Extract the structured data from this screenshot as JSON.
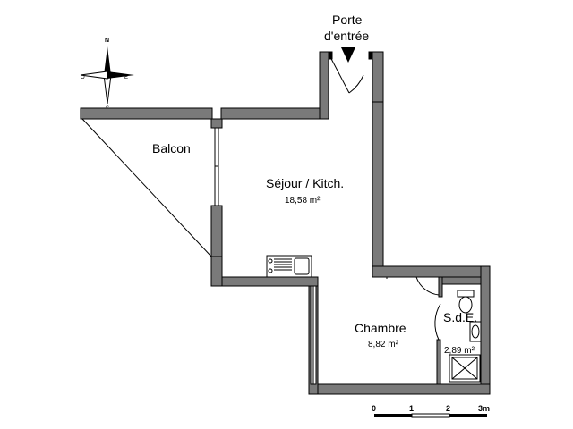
{
  "entrance": {
    "line1": "Porte",
    "line2": "d'entrée"
  },
  "compass": {
    "north": "N",
    "south": "S",
    "east": "E",
    "west": "O"
  },
  "rooms": [
    {
      "name": "Balcon",
      "area": ""
    },
    {
      "name": "Séjour / Kitch.",
      "area": "18,58 m²"
    },
    {
      "name": "Chambre",
      "area": "8,82 m²"
    },
    {
      "name": "S.d.E.",
      "area": "2,89 m²"
    }
  ],
  "scale": {
    "ticks": [
      "0",
      "1",
      "2",
      "3m"
    ]
  },
  "colors": {
    "wall": "#7a7a7a",
    "wall_outline": "#000000",
    "background": "#ffffff"
  }
}
